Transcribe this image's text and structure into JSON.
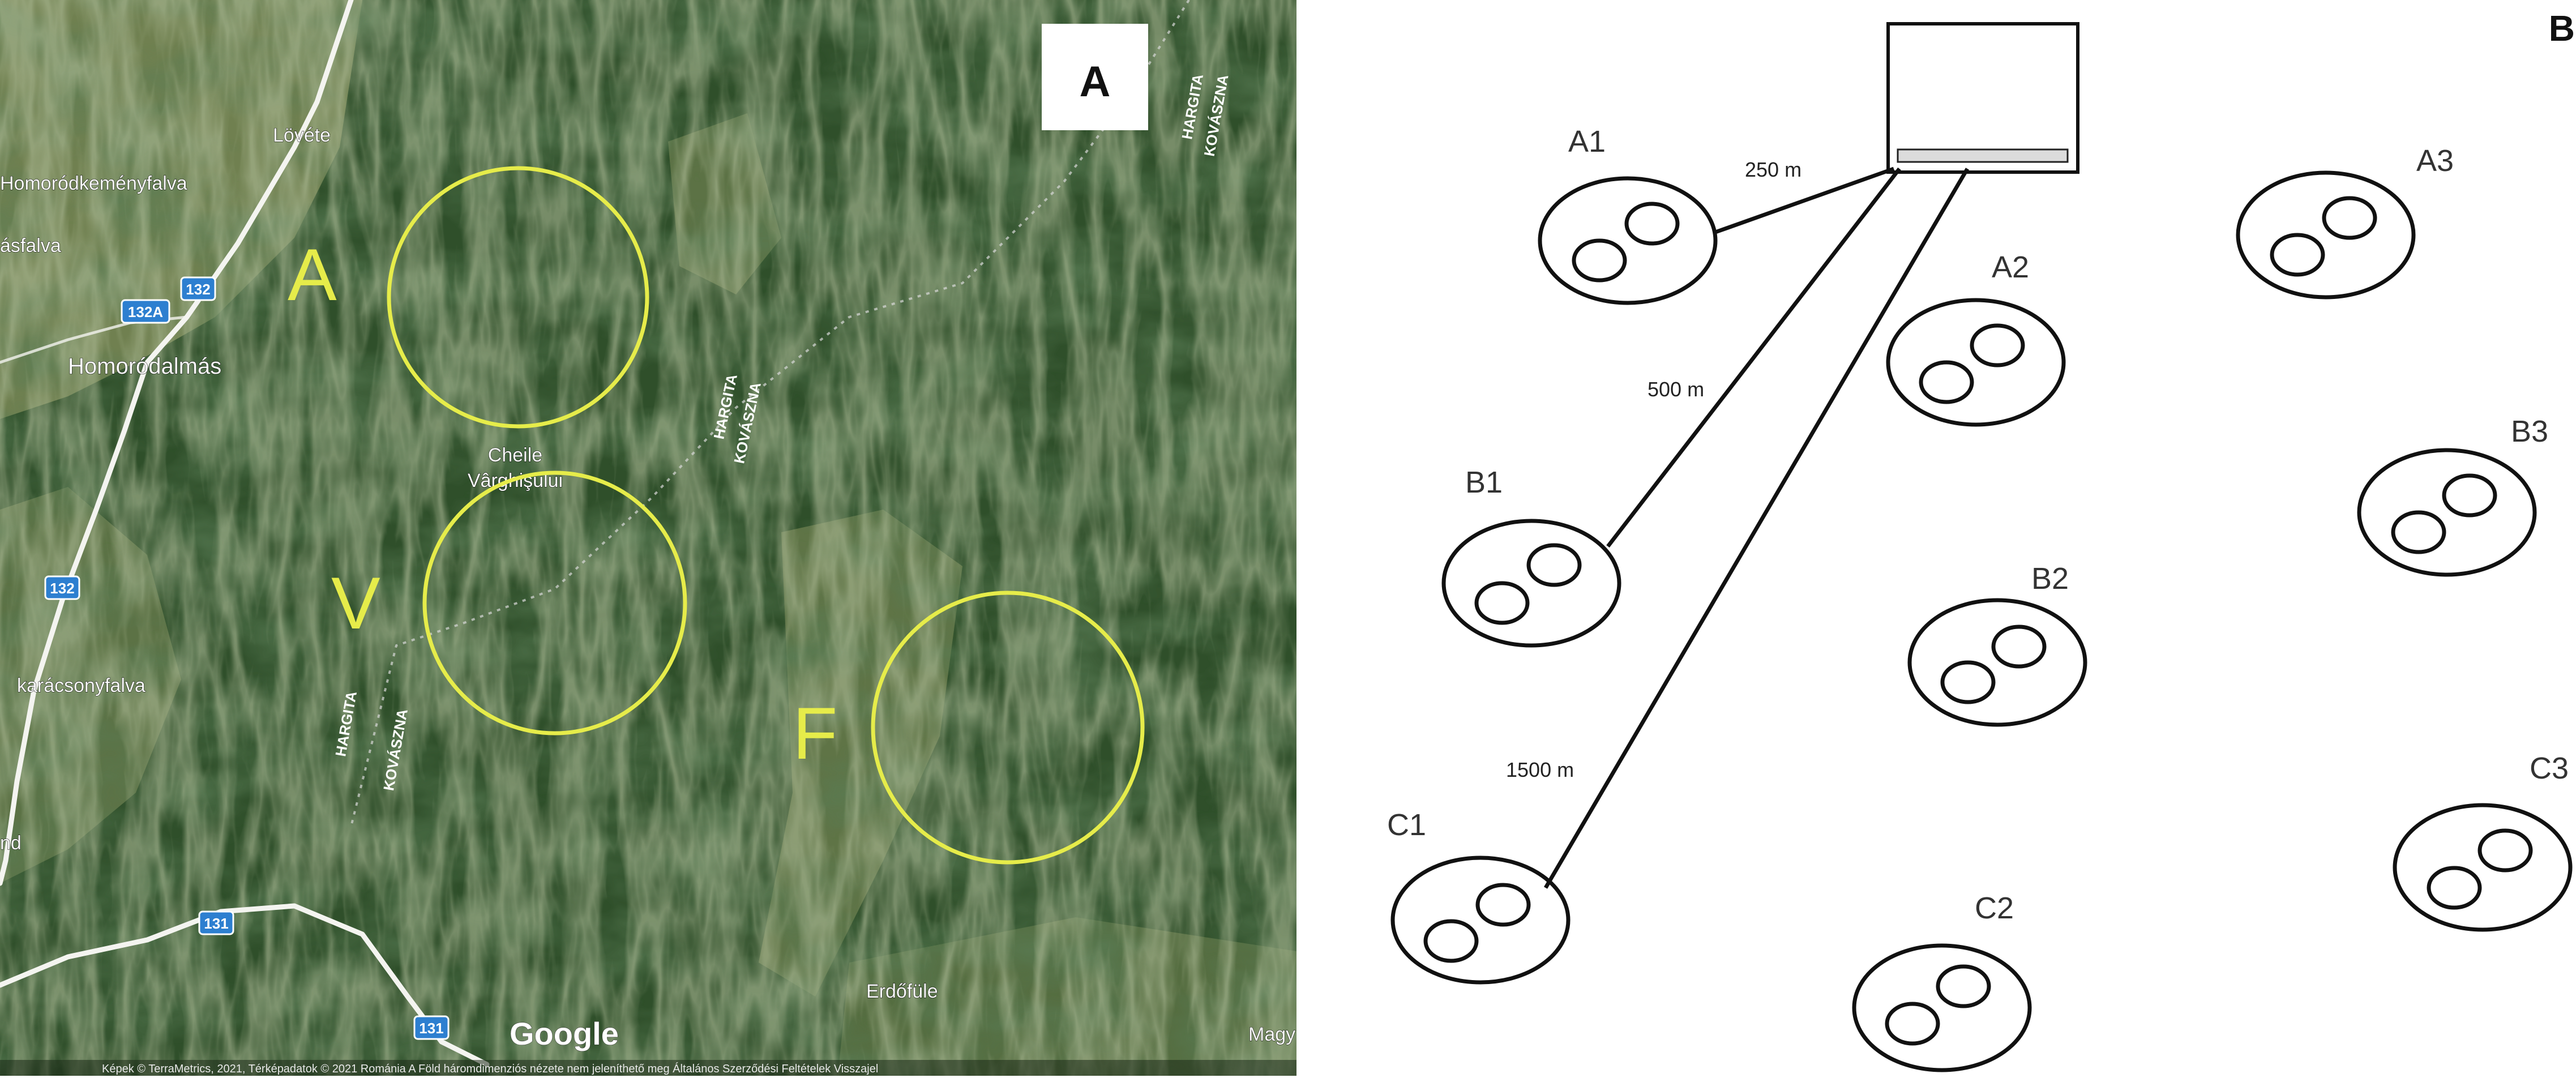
{
  "panel_a": {
    "label": "A",
    "site_labels": [
      "A",
      "V",
      "F"
    ],
    "places": {
      "lovete": "Lövéte",
      "homorodkemenyfalva": "Homoródkeményfalva",
      "asfalva": "ásfalva",
      "homorodalmas": "Homoródalmás",
      "cheile": "Cheile",
      "varghisului": "Vârghişului",
      "karacsonyfalva": "karácsonyfalva",
      "nd": "nd",
      "erdofule": "Erdőfüle",
      "magy": "Magy"
    },
    "road_shields": [
      "132",
      "132A",
      "132",
      "131",
      "131"
    ],
    "county_pairs": [
      {
        "county_a": "HARGITA",
        "county_b": "KOVÁSZNA"
      },
      {
        "county_a": "HARGITA",
        "county_b": "KOVÁSZNA"
      },
      {
        "county_a": "HARGITA",
        "county_b": "KOVÁSZNA"
      }
    ],
    "google_logo": "Google",
    "attribution": "Képek © TerraMetrics, 2021, Térképadatok © 2021   Románia   A Föld háromdimenziós nézete nem jeleníthető meg   Általános Szerződési Feltételek   Visszajel"
  },
  "panel_b": {
    "label": "B",
    "plots": [
      {
        "id": "A1"
      },
      {
        "id": "A2"
      },
      {
        "id": "A3"
      },
      {
        "id": "B1"
      },
      {
        "id": "B2"
      },
      {
        "id": "B3"
      },
      {
        "id": "C1"
      },
      {
        "id": "C2"
      },
      {
        "id": "C3"
      }
    ],
    "distances": [
      "250 m",
      "500 m",
      "1500 m"
    ]
  },
  "colors": {
    "site_circle": "#e6ec4a",
    "line": "#111111",
    "forest_dark": "#1f3a1e",
    "forest_mid": "#2f4f2a",
    "meadow": "#7c8a58"
  }
}
